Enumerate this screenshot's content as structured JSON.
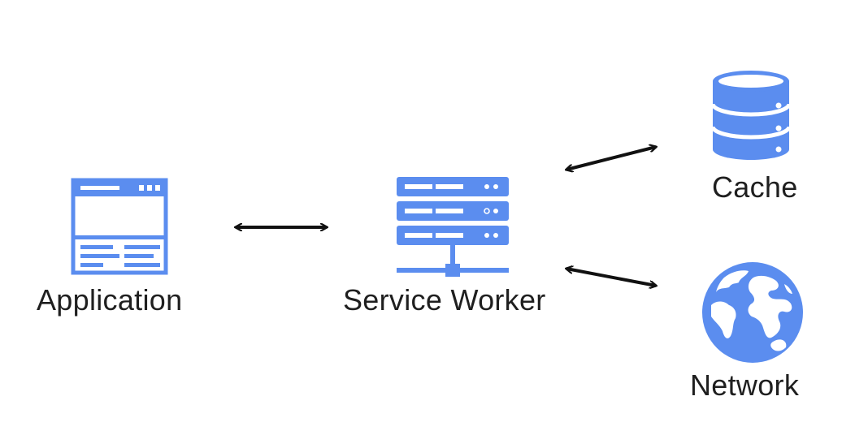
{
  "colors": {
    "icon": "#5b8def",
    "arrow": "#111111",
    "text": "#1f1f1f",
    "background": "#ffffff"
  },
  "nodes": {
    "application": {
      "label": "Application",
      "icon": "browser-window-icon"
    },
    "service_worker": {
      "label": "Service Worker",
      "icon": "server-rack-icon"
    },
    "cache": {
      "label": "Cache",
      "icon": "database-icon"
    },
    "network": {
      "label": "Network",
      "icon": "globe-icon"
    }
  },
  "edges": [
    {
      "from": "Application",
      "to": "Service Worker",
      "direction": "both"
    },
    {
      "from": "Service Worker",
      "to": "Cache",
      "direction": "both"
    },
    {
      "from": "Service Worker",
      "to": "Network",
      "direction": "both"
    }
  ]
}
